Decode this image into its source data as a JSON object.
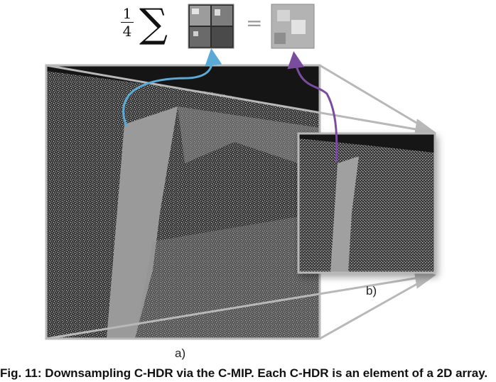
{
  "formula": {
    "numerator": "1",
    "denominator": "4",
    "sum_symbol": "∑",
    "equals": "="
  },
  "labels": {
    "a": "a)",
    "b": "b)"
  },
  "caption": "Fig. 11: Downsampling C-HDR via the C-MIP. Each C-HDR is an element of a 2D array.",
  "colors": {
    "blue_arrow": "#5aa9d6",
    "purple_arrow": "#7a4c9e",
    "frame_gray": "#b8b8b8",
    "panel_light": "#9a9a9a",
    "panel_dark": "#2a2a2a"
  }
}
